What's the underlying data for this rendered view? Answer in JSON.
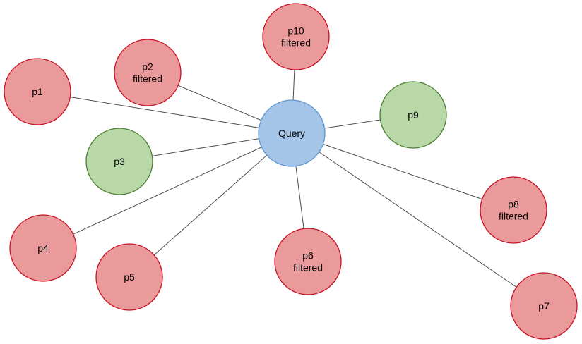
{
  "colors": {
    "query_fill": "#a4c4e8",
    "query_stroke": "#5b96cf",
    "filtered_fill": "#eb9a9b",
    "filtered_stroke": "#c81224",
    "kept_fill": "#b8d8a8",
    "kept_stroke": "#4f7f34",
    "edge": "#4d4d4d"
  },
  "query": {
    "label": "Query"
  },
  "nodes": [
    {
      "id": "p1",
      "lines": [
        "p1"
      ],
      "status": "filtered"
    },
    {
      "id": "p2",
      "lines": [
        "p2",
        "filtered"
      ],
      "status": "filtered"
    },
    {
      "id": "p10",
      "lines": [
        "p10",
        "filtered"
      ],
      "status": "filtered"
    },
    {
      "id": "p9",
      "lines": [
        "p9"
      ],
      "status": "kept"
    },
    {
      "id": "p3",
      "lines": [
        "p3"
      ],
      "status": "kept"
    },
    {
      "id": "p8",
      "lines": [
        "p8",
        "filtered"
      ],
      "status": "filtered"
    },
    {
      "id": "p4",
      "lines": [
        "p4"
      ],
      "status": "filtered"
    },
    {
      "id": "p5",
      "lines": [
        "p5"
      ],
      "status": "filtered"
    },
    {
      "id": "p6",
      "lines": [
        "p6",
        "filtered"
      ],
      "status": "filtered"
    },
    {
      "id": "p7",
      "lines": [
        "p7"
      ],
      "status": "filtered"
    }
  ]
}
